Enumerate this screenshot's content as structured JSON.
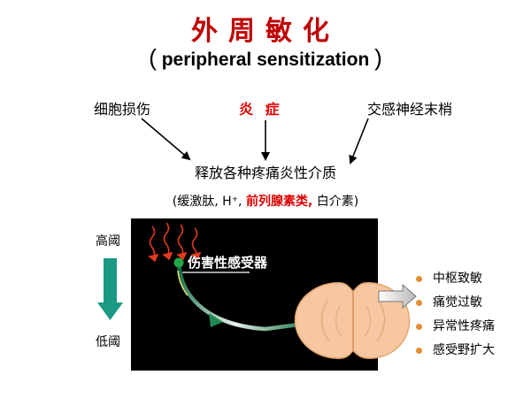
{
  "title": "外周敏化",
  "subtitle": {
    "open_paren": "(",
    "text": "peripheral sensitization",
    "close_paren": ")"
  },
  "causes": [
    {
      "label": "细胞损伤"
    },
    {
      "label": "炎 症"
    },
    {
      "label": "交感神经末梢"
    }
  ],
  "mediator": {
    "main": "释放各种疼痛炎性介质",
    "list_open": "(缓激肽,",
    "h_plus": "H⁺,",
    "prostaglandin": "前列腺素类,",
    "list_close": "白介素)"
  },
  "receptor_label": "伤害性感受器",
  "threshold": {
    "high": "高阈",
    "low": "低阈"
  },
  "results": [
    "中枢致敏",
    "痛觉过敏",
    "异常性疼痛",
    "感受野扩大"
  ],
  "colors": {
    "title": "#c00000",
    "highlight": "#e00000",
    "panel": "#000000",
    "threshold_arrow": "#1a9a85",
    "nerve": "#2e8b57",
    "spinal_cord": "#f6c7a0",
    "bullet": "#e09030"
  }
}
